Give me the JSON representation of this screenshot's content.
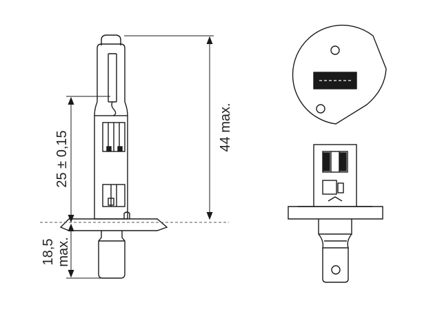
{
  "dimensions": {
    "overall_length": "44 max.",
    "reference_distance": "25 ± 0,15",
    "base_length_value": "18,5",
    "base_length_suffix": "max."
  },
  "colors": {
    "line": "#1a1a1a",
    "dashed": "#555555",
    "fill_dark": "#1a1a1a",
    "background": "#ffffff"
  },
  "views": [
    "front-view",
    "end-view",
    "side-view"
  ]
}
